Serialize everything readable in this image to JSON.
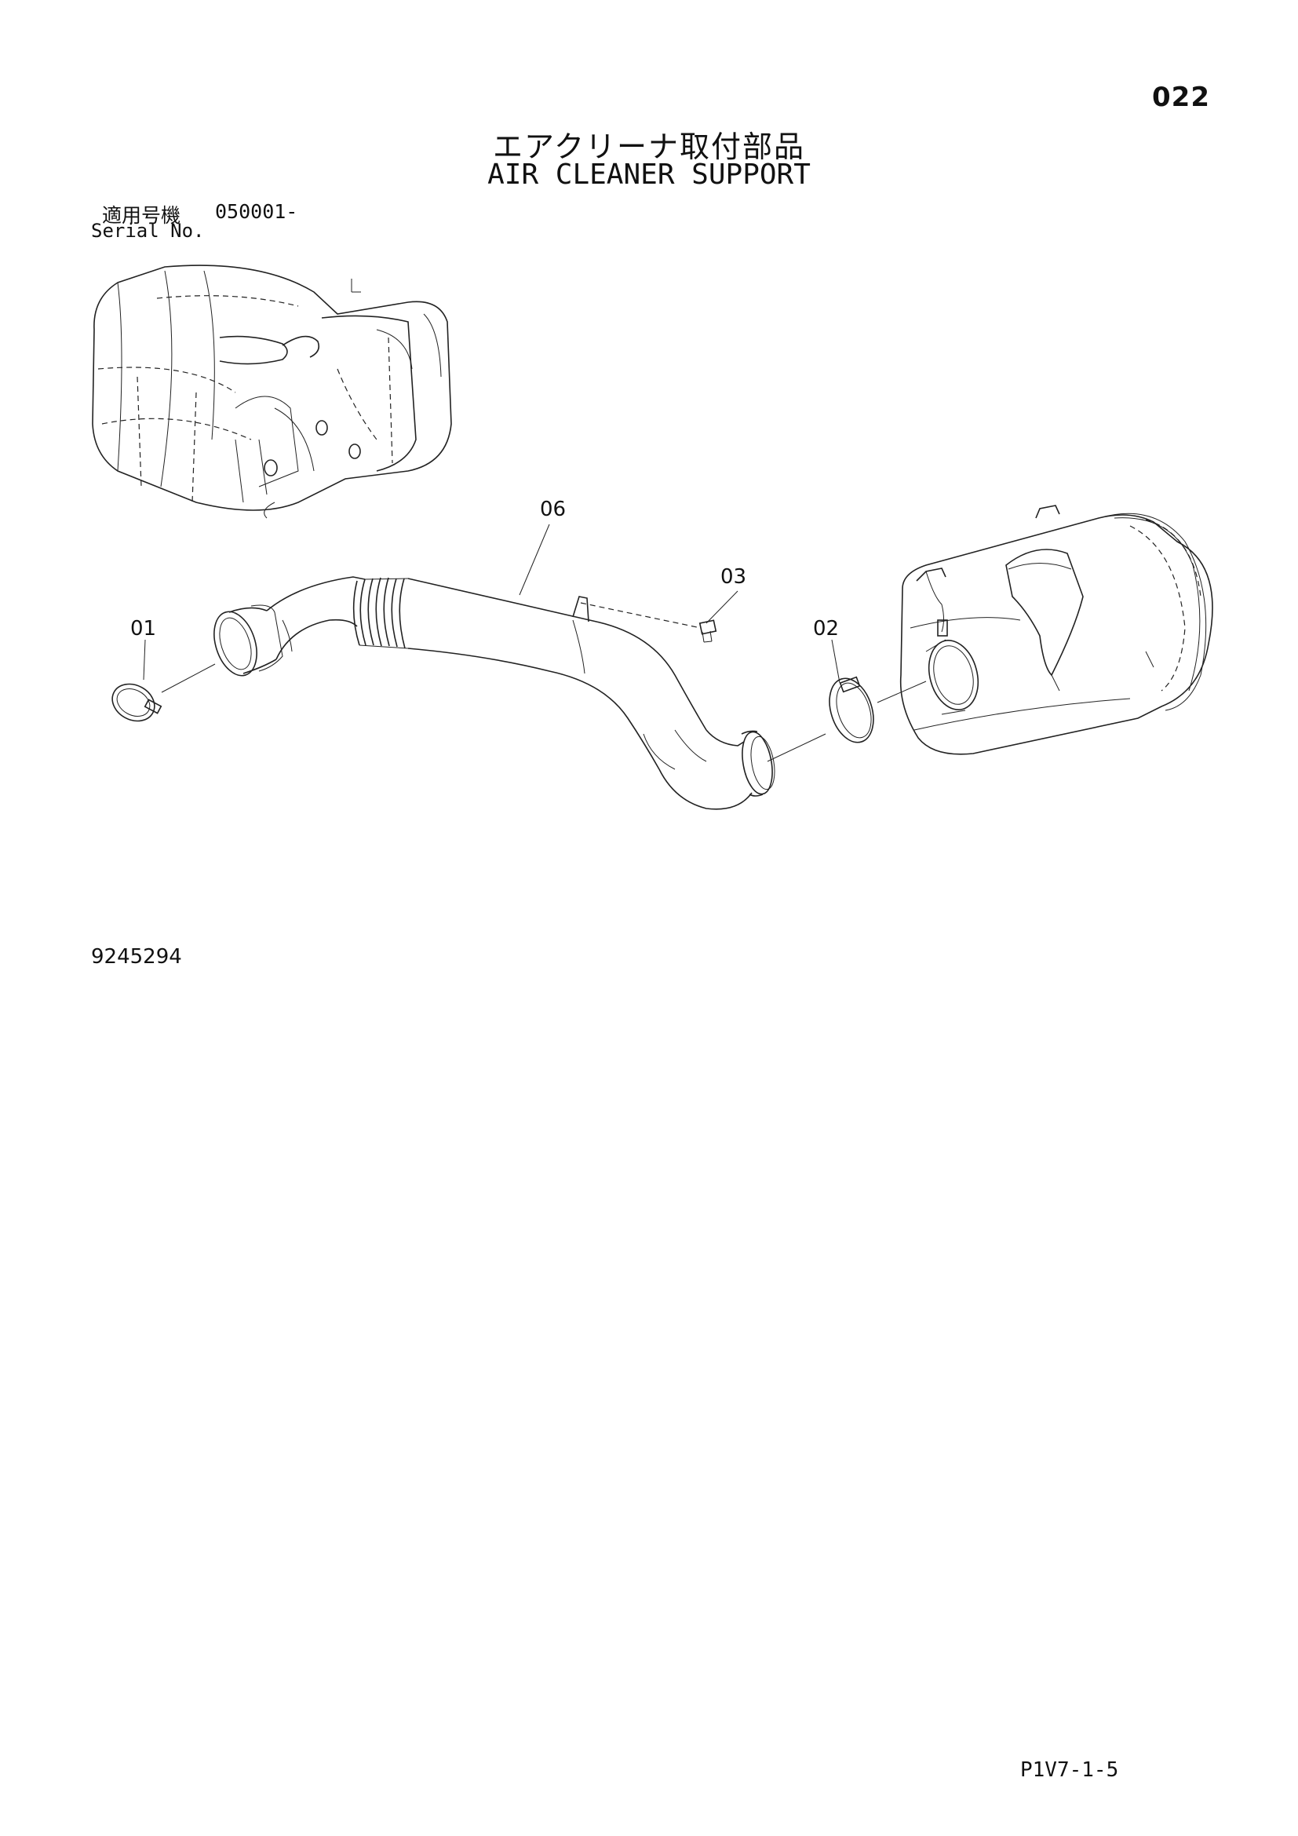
{
  "page": {
    "number": "022",
    "title_jp": "エアクリーナ取付部品",
    "title_en": "AIR CLEANER SUPPORT",
    "serial_label_jp": "適用号機",
    "serial_value": "050001-",
    "serial_label_en": "Serial No.",
    "drawing_number": "9245294",
    "page_code": "P1V7-1-5"
  },
  "callouts": [
    {
      "id": "01",
      "part": "hose-clamp"
    },
    {
      "id": "02",
      "part": "hose-clamp"
    },
    {
      "id": "03",
      "part": "bolt"
    },
    {
      "id": "06",
      "part": "intake-pipe"
    }
  ],
  "style": {
    "line_color": "#222222",
    "background": "#ffffff"
  }
}
